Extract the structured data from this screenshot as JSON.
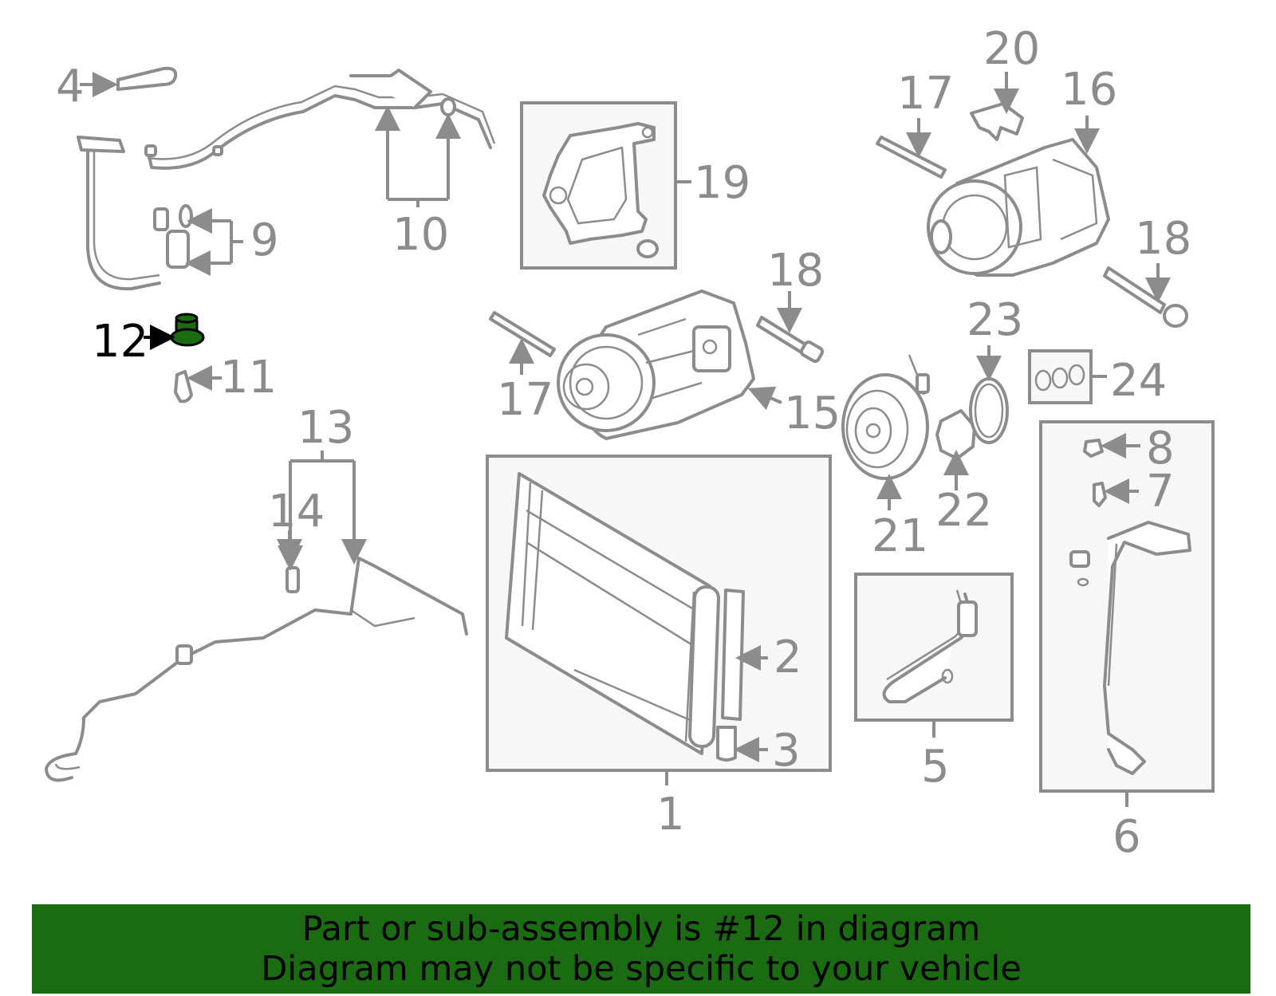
{
  "diagram": {
    "highlight_color": "#1a6b12",
    "labels": [
      "1",
      "2",
      "3",
      "4",
      "5",
      "6",
      "7",
      "8",
      "9",
      "10",
      "11",
      "12",
      "13",
      "14",
      "15",
      "16",
      "17",
      "17",
      "18",
      "18",
      "19",
      "20",
      "21",
      "22",
      "23",
      "24"
    ],
    "highlighted_part": "12"
  },
  "banner": {
    "line1": "Part or sub-assembly is #12 in diagram",
    "line2": "Diagram may not be specific to your vehicle",
    "background": "#1a6b12"
  }
}
